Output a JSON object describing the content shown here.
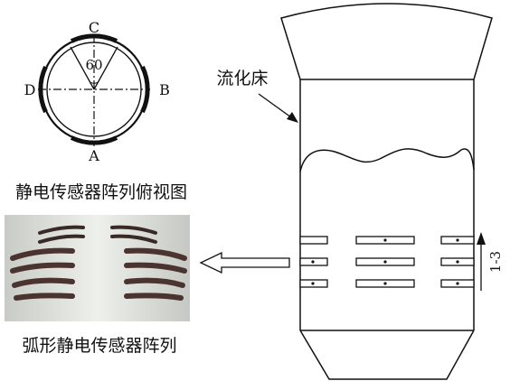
{
  "top_view": {
    "label_c": "C",
    "label_a": "A",
    "label_d": "D",
    "label_b": "B",
    "angle": "60",
    "caption": "静电传感器阵列俯视图"
  },
  "photo": {
    "caption": "弧形静电传感器阵列"
  },
  "reactor": {
    "bed_label": "流化床",
    "row_label": "1-3"
  }
}
